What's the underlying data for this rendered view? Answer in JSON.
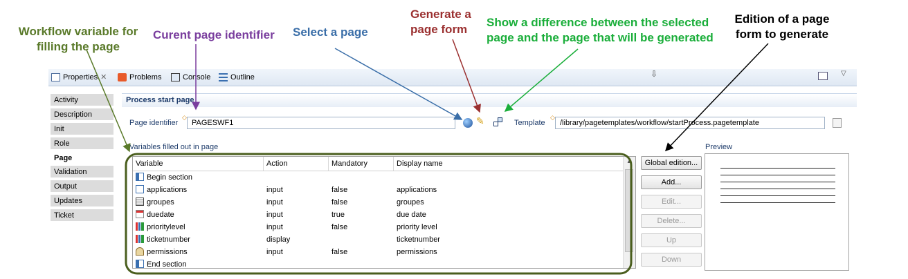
{
  "annotations": {
    "workflow_variable": "Workflow variable for\nfilling the page",
    "current_page_identifier": "Curent page identifier",
    "select_page": "Select a page",
    "generate_form": "Generate a\npage form",
    "show_difference": "Show a difference between the selected\npage and the page that will be generated",
    "edition_form": "Edition of a page\nform to generate",
    "colors": {
      "olive": "#5a7a2a",
      "purple": "#7a3e9e",
      "blue": "#3a6ea8",
      "red": "#9b3030",
      "green": "#1aae3a"
    }
  },
  "tabs": [
    {
      "label": "Properties",
      "icon": "properties-icon",
      "active": true
    },
    {
      "label": "Problems",
      "icon": "problems-icon"
    },
    {
      "label": "Console",
      "icon": "console-icon"
    },
    {
      "label": "Outline",
      "icon": "outline-icon"
    }
  ],
  "sidebar": {
    "items": [
      {
        "label": "Activity"
      },
      {
        "label": "Description"
      },
      {
        "label": "Init"
      },
      {
        "label": "Role"
      },
      {
        "label": "Page",
        "active": true
      },
      {
        "label": "Validation"
      },
      {
        "label": "Output"
      },
      {
        "label": "Updates"
      },
      {
        "label": "Ticket"
      }
    ]
  },
  "section": {
    "title": "Process start page"
  },
  "form": {
    "page_identifier_label": "Page identifier",
    "page_identifier_value": "PAGESWF1",
    "template_label": "Template",
    "template_value": "/library/pagetemplates/workflow/startProcess.pagetemplate"
  },
  "variables": {
    "caption": "Variables filled out in page",
    "columns": [
      "Variable",
      "Action",
      "Mandatory",
      "Display name"
    ],
    "rows": [
      {
        "variable": "Begin section",
        "icon": "section-icon",
        "action": "",
        "mandatory": "",
        "display": ""
      },
      {
        "variable": "applications",
        "icon": "input-icon",
        "action": "input",
        "mandatory": "false",
        "display": "applications"
      },
      {
        "variable": "groupes",
        "icon": "list-icon",
        "action": "input",
        "mandatory": "false",
        "display": "groupes"
      },
      {
        "variable": "duedate",
        "icon": "calendar-icon",
        "action": "input",
        "mandatory": "true",
        "display": "due date"
      },
      {
        "variable": "prioritylevel",
        "icon": "bar-chart-icon",
        "action": "input",
        "mandatory": "false",
        "display": "priority level"
      },
      {
        "variable": "ticketnumber",
        "icon": "bar-chart-icon",
        "action": "display",
        "mandatory": "",
        "display": "ticketnumber"
      },
      {
        "variable": "permissions",
        "icon": "permissions-icon",
        "action": "input",
        "mandatory": "false",
        "display": "permissions"
      },
      {
        "variable": "End section",
        "icon": "section-icon",
        "action": "",
        "mandatory": "",
        "display": ""
      }
    ]
  },
  "buttons": {
    "global_edition": "Global edition...",
    "add": "Add...",
    "edit": "Edit...",
    "delete": "Delete...",
    "up": "Up",
    "down": "Down"
  },
  "preview": {
    "label": "Preview"
  }
}
